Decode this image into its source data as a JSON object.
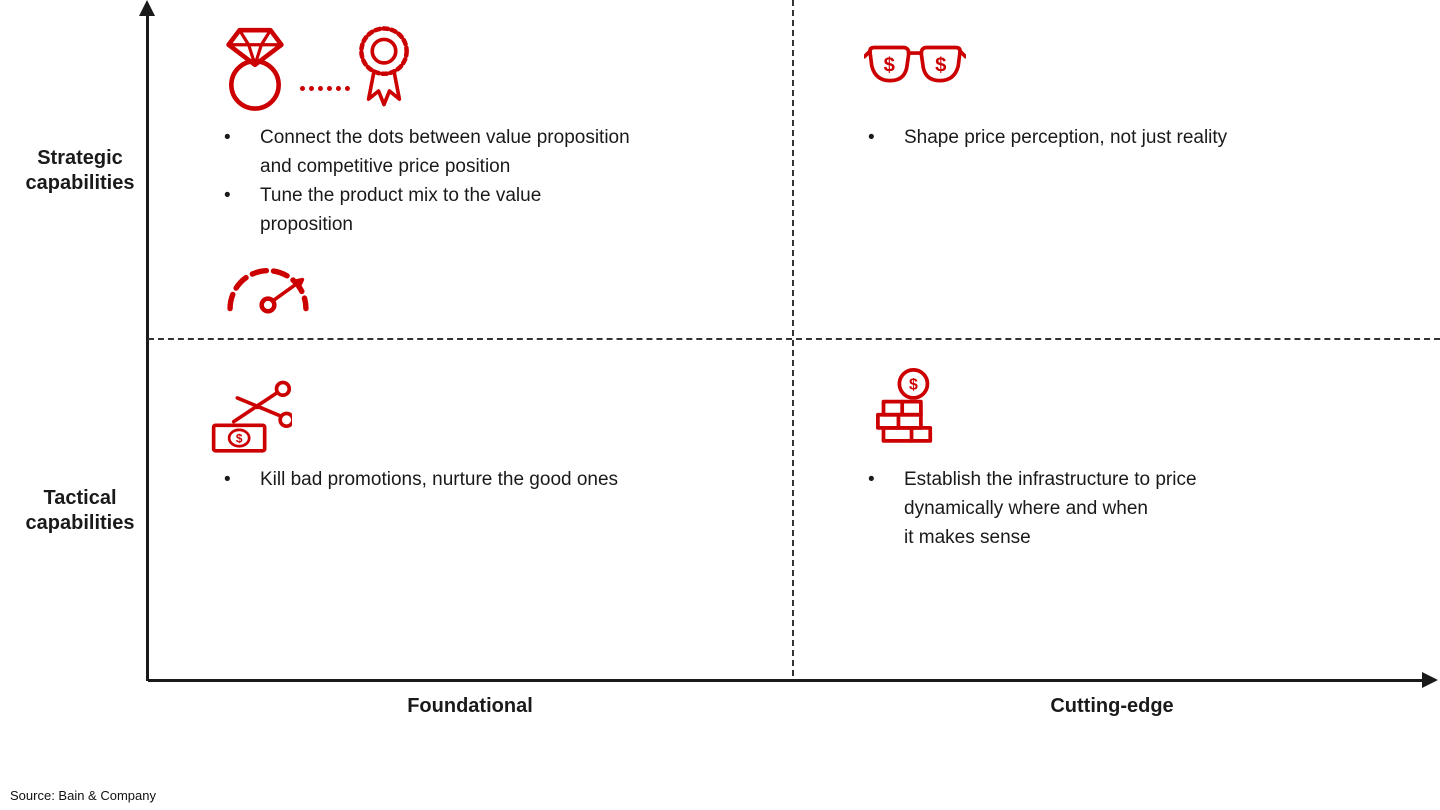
{
  "colors": {
    "accent": "#cc0000",
    "ink": "#1a1a1a"
  },
  "ui": {
    "bullet": "•",
    "dollar": "$"
  },
  "axis": {
    "y_top_label": "Strategic\ncapabilities",
    "y_bottom_label": "Tactical\ncapabilities",
    "x_left_label": "Foundational",
    "x_right_label": "Cutting-edge"
  },
  "quadrants": {
    "top_left": {
      "icons": [
        "diamond-ring",
        "award-rosette",
        "speedometer"
      ],
      "bullets": [
        "Connect the dots between value proposition\nand competitive price position",
        "Tune the product mix to the value\nproposition"
      ]
    },
    "top_right": {
      "icons": [
        "sunglasses-dollar"
      ],
      "bullets": [
        "Shape price perception, not just reality"
      ]
    },
    "bottom_left": {
      "icons": [
        "scissors-cutting-money"
      ],
      "bullets": [
        "Kill bad promotions, nurture the good ones"
      ]
    },
    "bottom_right": {
      "icons": [
        "coin-stack-dollar"
      ],
      "bullets": [
        "Establish the infrastructure to price\ndynamically where and when\nit makes sense"
      ]
    }
  },
  "source": "Source: Bain & Company"
}
